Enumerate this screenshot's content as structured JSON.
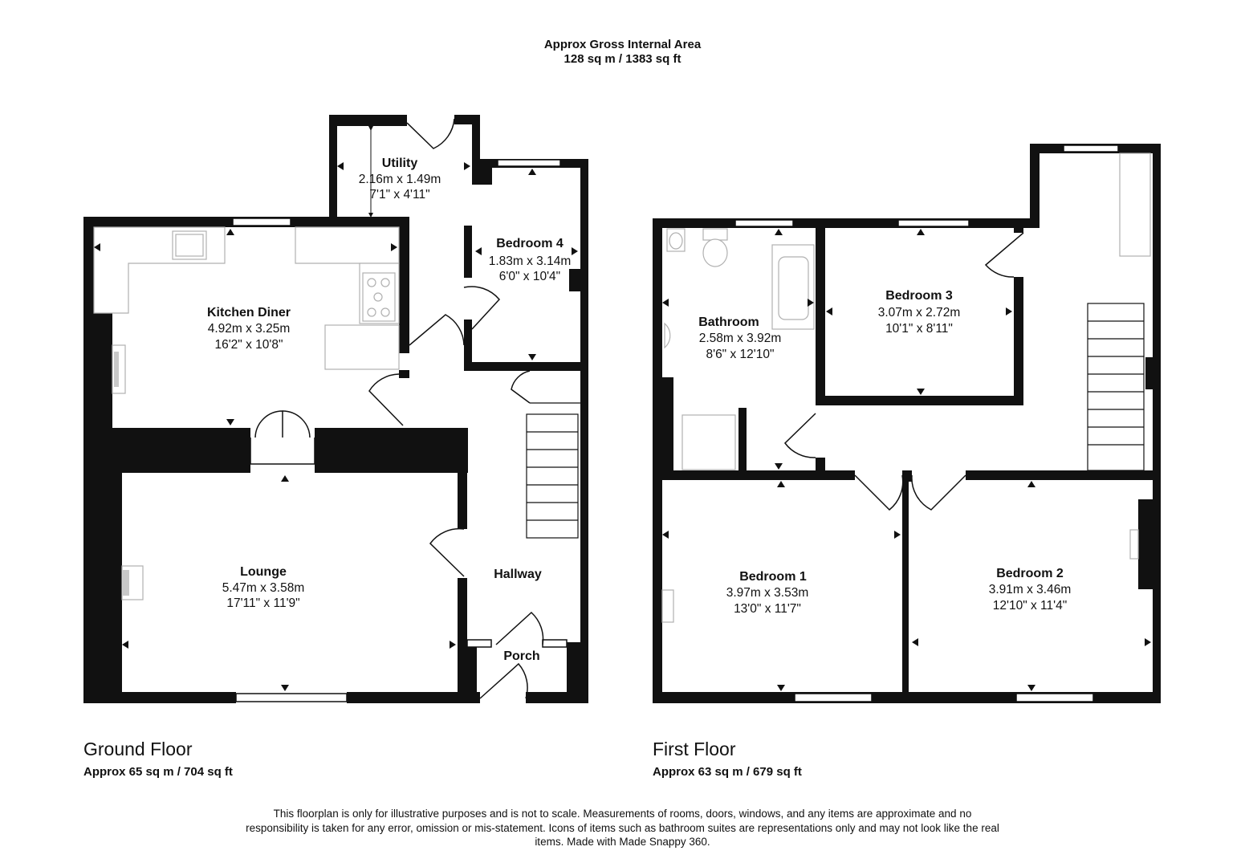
{
  "header": {
    "title": "Approx Gross Internal Area",
    "total_area": "128 sq m / 1383 sq ft"
  },
  "ground_floor": {
    "title": "Ground Floor",
    "area": "Approx 65 sq m / 704 sq ft",
    "rooms": {
      "utility": {
        "name": "Utility",
        "metric": "2.16m x 1.49m",
        "imperial": "7'1\" x 4'11\""
      },
      "bedroom4": {
        "name": "Bedroom 4",
        "metric": "1.83m x 3.14m",
        "imperial": "6'0\" x 10'4\""
      },
      "kitchen": {
        "name": "Kitchen Diner",
        "metric": "4.92m x 3.25m",
        "imperial": "16'2\" x 10'8\""
      },
      "lounge": {
        "name": "Lounge",
        "metric": "5.47m x 3.58m",
        "imperial": "17'11\" x 11'9\""
      },
      "hallway": {
        "name": "Hallway"
      },
      "porch": {
        "name": "Porch"
      }
    }
  },
  "first_floor": {
    "title": "First Floor",
    "area": "Approx 63 sq m / 679 sq ft",
    "rooms": {
      "bathroom": {
        "name": "Bathroom",
        "metric": "2.58m x 3.92m",
        "imperial": "8'6\" x 12'10\""
      },
      "bedroom3": {
        "name": "Bedroom 3",
        "metric": "3.07m x 2.72m",
        "imperial": "10'1\" x 8'11\""
      },
      "bedroom1": {
        "name": "Bedroom 1",
        "metric": "3.97m x 3.53m",
        "imperial": "13'0\" x 11'7\""
      },
      "bedroom2": {
        "name": "Bedroom 2",
        "metric": "3.91m x 3.46m",
        "imperial": "12'10\" x 11'4\""
      }
    }
  },
  "disclaimer": "This floorplan is only for illustrative purposes and is not to scale. Measurements of rooms, doors, windows, and any items are approximate and no responsibility is taken for any error, omission or mis-statement. Icons of items such as bathroom suites are representations only and may not look like the real items. Made with Made Snappy 360.",
  "colors": {
    "wall": "#111111",
    "fixture": "#c8c8c8",
    "background": "#ffffff"
  }
}
